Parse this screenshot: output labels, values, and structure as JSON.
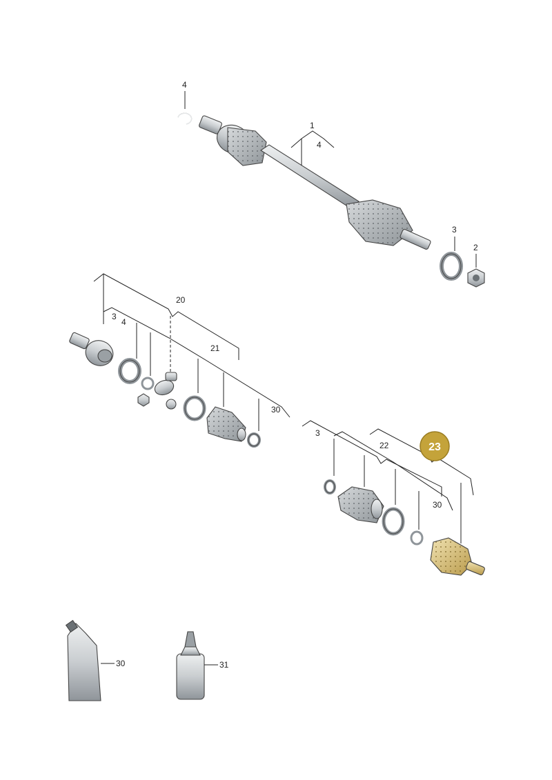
{
  "labels": {
    "top_clip": "4",
    "shaft_main": "1",
    "shaft_sub": "4",
    "ring_top": "3",
    "nut_top": "2",
    "kit_outer": "20",
    "kit_outer_a": "3",
    "kit_outer_b": "4",
    "kit_boot": "21",
    "kit_grease": "30",
    "inner_kit_3": "3",
    "inner_kit_22": "22",
    "inner_kit_30": "30",
    "tube": "30",
    "bottle": "31"
  },
  "badge": {
    "text": "23",
    "color": "#c4a33a"
  },
  "colors": {
    "metal": "#c9cdd0",
    "metal_dark": "#9aa0a4",
    "boot": "#b8bcbf",
    "highlight": "#e3cc88",
    "line": "#222222"
  }
}
